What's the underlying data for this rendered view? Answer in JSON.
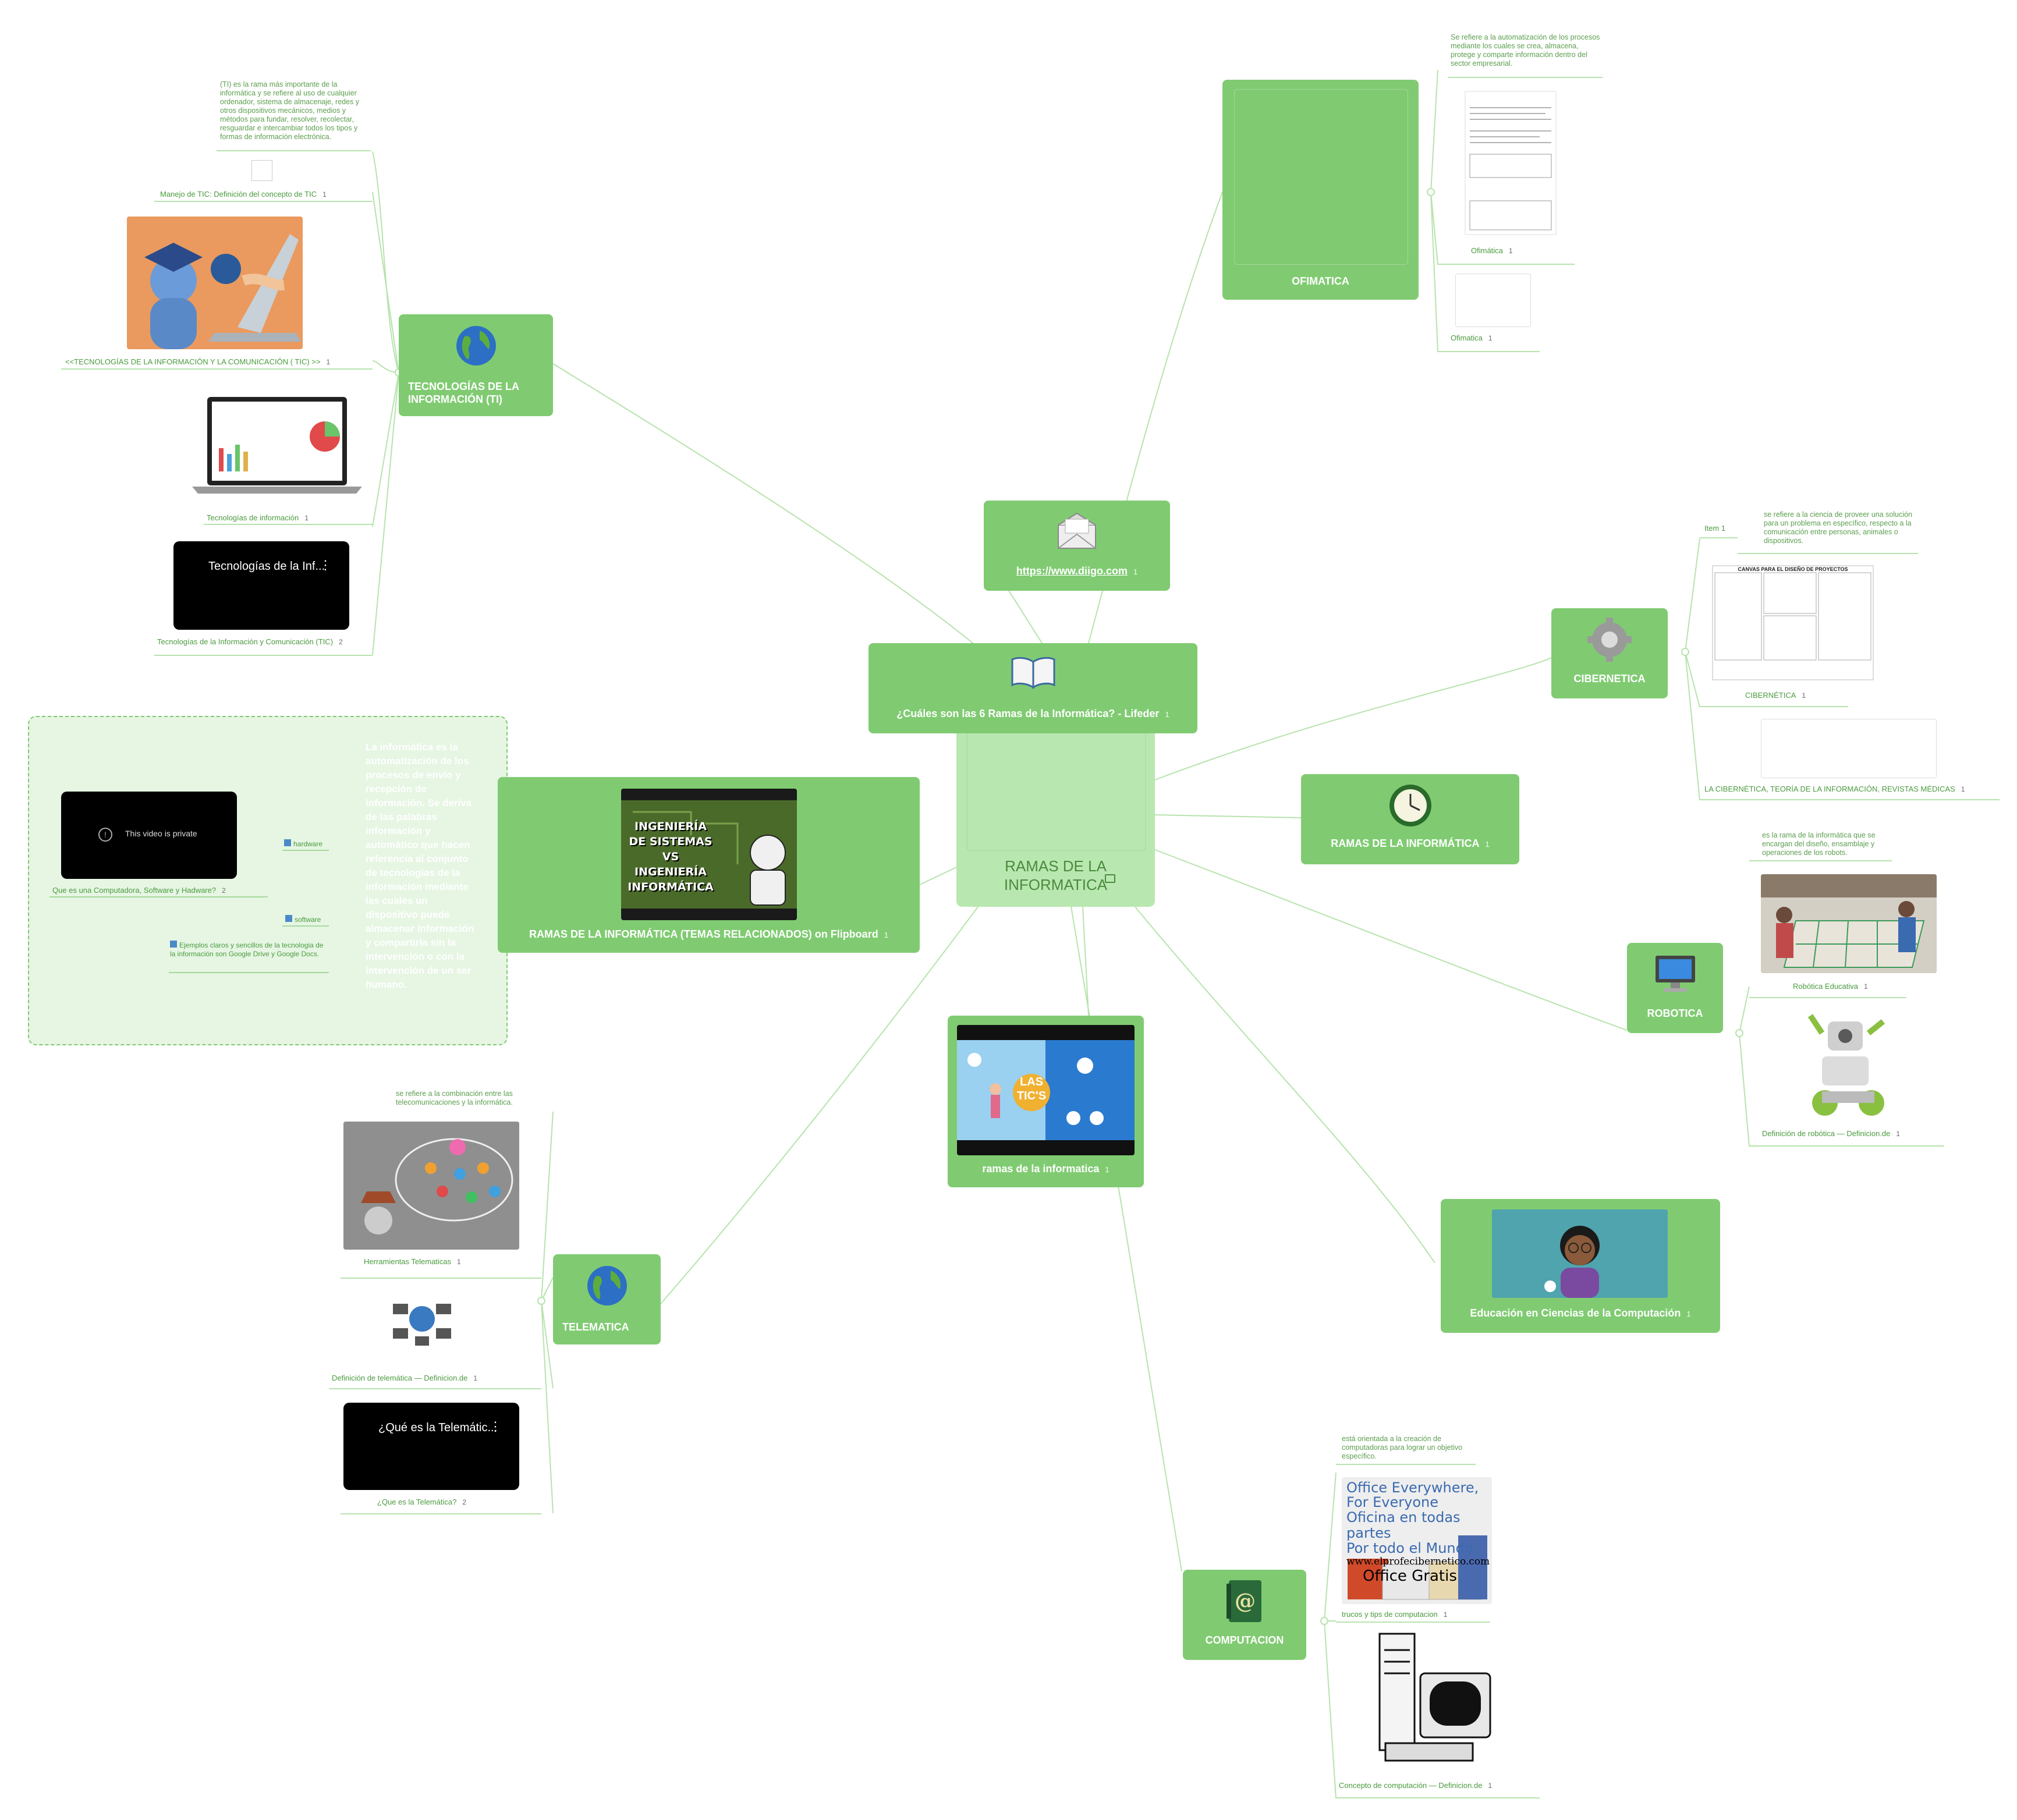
{
  "center": {
    "title": "RAMAS DE LA INFORMATICA"
  },
  "lifeder": {
    "title": "¿Cuáles son las 6 Ramas de la Informática? - Lifeder",
    "links": "1"
  },
  "diigo": {
    "title": "https://www.diigo.com",
    "links": "1"
  },
  "ti": {
    "title": "TECNOLOGÍAS DE LA INFORMACIÓN (TI)",
    "note": "(TI) es la rama más importante de la informática y se refiere al uso de cualquier ordenador, sistema de almacenaje, redes y otros dispositivos mecánicos, medios y métodos para fundar, resolver, recolectar, resguardar e intercambiar todos los tipos y formas de información electrónica.",
    "leaves": [
      {
        "label": "Manejo de TIC: Definición del concepto de TIC",
        "count": "1"
      },
      {
        "label": "<<TECNOLOGÍAS DE LA INFORMACIÓN Y LA COMUNICACIÓN ( TIC) >>",
        "count": "1"
      },
      {
        "label": "Tecnologías de información",
        "count": "1"
      },
      {
        "label": "Tecnologías de la Información y Comunicación (TIC)",
        "count": "2"
      }
    ],
    "video_title": "Tecnologías de la Inf..."
  },
  "flipboard": {
    "title": "RAMAS DE LA INFORMÁTICA (TEMAS RELACIONADOS) on Flipboard",
    "links": "1",
    "thumb_text": [
      "INGENIERÍA",
      "DE SISTEMAS",
      "VS",
      "INGENIERÍA",
      "INFORMÁTICA"
    ]
  },
  "group": {
    "description": "La informática es la automatización de los procesos de envío y recepción de información. Se deriva de las palabras información y automático que hacen referencia al conjunto de tecnologías de la información mediante las cuales un dispositivo puede almacenar información y compartirla sin la intervención o con la intervención de un ser humano.",
    "video_label": "This video is private",
    "video_caption": "Que es una Computadora, Software y Hadware?",
    "video_count": "2",
    "hardware": "hardware",
    "software": "software",
    "examples": "Ejemplos claros y sencillos de la tecnologia de la información son Google Drive y Google Docs."
  },
  "telematica": {
    "title": "TELEMATICA",
    "note": "se refiere a la combinación entre las telecomunicaciones y la informática.",
    "leaves": [
      {
        "label": "Herramientas Telematicas",
        "count": "1"
      },
      {
        "label": "Definición de telemática — Definicion.de",
        "count": "1"
      },
      {
        "label": "¿Que es la Telemática?",
        "count": "2"
      }
    ],
    "video_title": "¿Qué es la Telemátic..."
  },
  "tics": {
    "title": "ramas de la informatica",
    "links": "1",
    "badge": "LAS TIC'S"
  },
  "ofimatica": {
    "title": "OFIMATICA",
    "note": "Se refiere a la automatización de los procesos mediante los cuales se crea, almacena, protege y comparte información dentro del sector empresarial.",
    "leaves": [
      {
        "label": "Ofimática",
        "count": "1"
      },
      {
        "label": "Ofimatica",
        "count": "1"
      }
    ]
  },
  "cibernetica": {
    "title": "CIBERNETICA",
    "item": "Item 1",
    "note": "se refiere a la ciencia de proveer una solución para un problema en específico, respecto a la comunicación entre personas, animales o dispositivos.",
    "canvas_title": "CANVAS PARA EL DISEÑO DE PROYECTOS",
    "leaves": [
      {
        "label": "CIBERNÉTICA",
        "count": "1"
      },
      {
        "label": "LA CIBERNÉTICA, TEORÍA DE LA INFORMACIÓN, REVISTAS MÉDICAS",
        "count": "1"
      }
    ]
  },
  "ramas": {
    "title": "RAMAS DE LA INFORMÁTICA",
    "links": "1"
  },
  "robotica": {
    "title": "ROBOTICA",
    "note": "es la rama de la informática que se encargan del diseño, ensamblaje y operaciones de los robots.",
    "leaves": [
      {
        "label": "Robótica Educativa",
        "count": "1"
      },
      {
        "label": "Definición de robótica — Definicion.de",
        "count": "1"
      }
    ]
  },
  "educacion": {
    "title": "Educación en Ciencias de la Computación",
    "links": "1"
  },
  "computacion": {
    "title": "COMPUTACION",
    "note": "está orientada a la creación de computadoras para lograr un objetivo específico.",
    "ad_lines": [
      "Office Everywhere,",
      "For Everyone",
      "Oficina en todas partes",
      "Por todo el Mundo.",
      "www.elprofecibernetico.com",
      "Office Gratis"
    ],
    "leaves": [
      {
        "label": "trucos y tips de computacion",
        "count": "1"
      },
      {
        "label": "Concepto de computación — Definicion.de",
        "count": "1"
      }
    ]
  },
  "colors": {
    "node": "#80cb72",
    "center": "#b9e7b0",
    "line": "#b7e3ad",
    "text": "#4a9a3e"
  }
}
